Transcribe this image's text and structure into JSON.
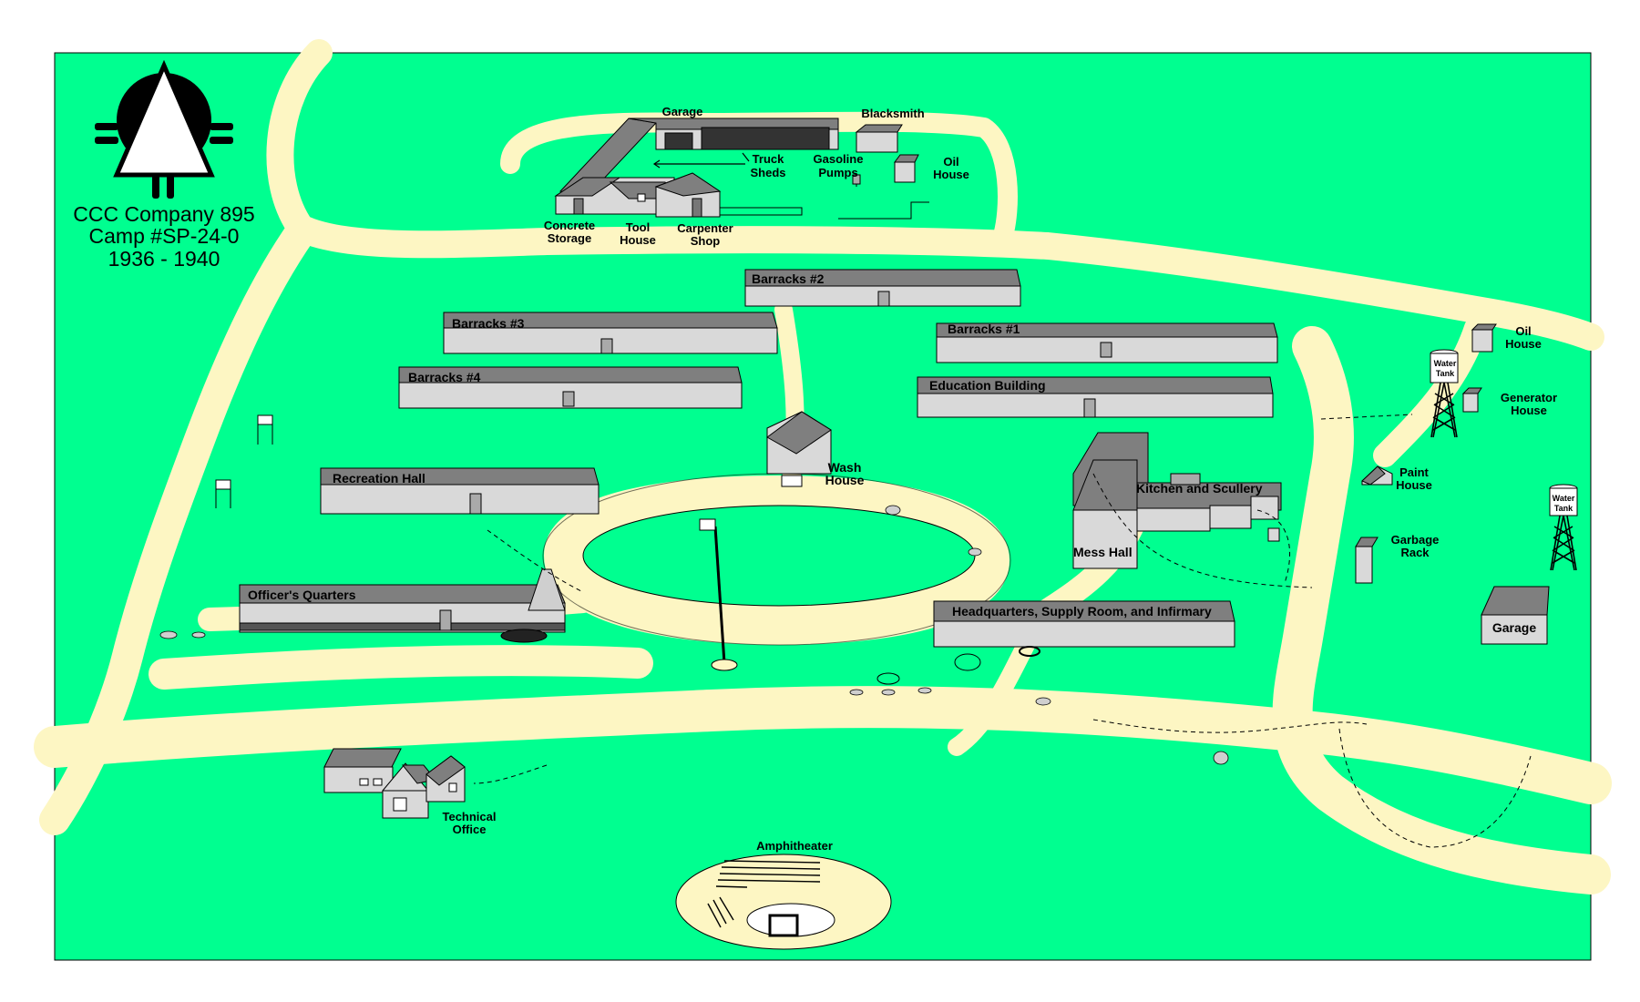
{
  "map": {
    "colors": {
      "grass": "#00ff90",
      "road": "#fdf6c3",
      "roof": "#7f7f7f",
      "wall": "#cfcfcf",
      "outline": "#000000"
    },
    "title_lines": [
      "CCC Company 895",
      "Camp #SP-24-0",
      "1936 - 1940"
    ],
    "logo": {
      "icon": "ccc-triangle-emblem-icon"
    },
    "buildings": {
      "garage_top": "Garage",
      "blacksmith": "Blacksmith",
      "truck_sheds": [
        "Truck",
        "Sheds"
      ],
      "gasoline_pumps": [
        "Gasoline",
        "Pumps"
      ],
      "oil_house_top": [
        "Oil",
        "House"
      ],
      "concrete_storage": [
        "Concrete",
        "Storage"
      ],
      "tool_house": [
        "Tool",
        "House"
      ],
      "carpenter_shop": [
        "Carpenter",
        "Shop"
      ],
      "barracks_2": "Barracks #2",
      "barracks_3": "Barracks #3",
      "barracks_1": "Barracks #1",
      "barracks_4": "Barracks #4",
      "education_building": "Education Building",
      "recreation_hall": "Recreation Hall",
      "wash_house": [
        "Wash",
        "House"
      ],
      "kitchen_scullery": "Kitchen and Scullery",
      "mess_hall": "Mess Hall",
      "officers_quarters": "Officer's Quarters",
      "headquarters": "Headquarters, Supply Room, and Infirmary",
      "technical_office": [
        "Technical",
        "Office"
      ],
      "amphitheater": "Amphitheater",
      "oil_house_right": [
        "Oil",
        "House"
      ],
      "generator_house": [
        "Generator",
        "House"
      ],
      "paint_house": [
        "Paint",
        "House"
      ],
      "garbage_rack": [
        "Garbage",
        "Rack"
      ],
      "garage_right": "Garage",
      "water_tank": [
        "Water",
        "Tank"
      ]
    }
  }
}
